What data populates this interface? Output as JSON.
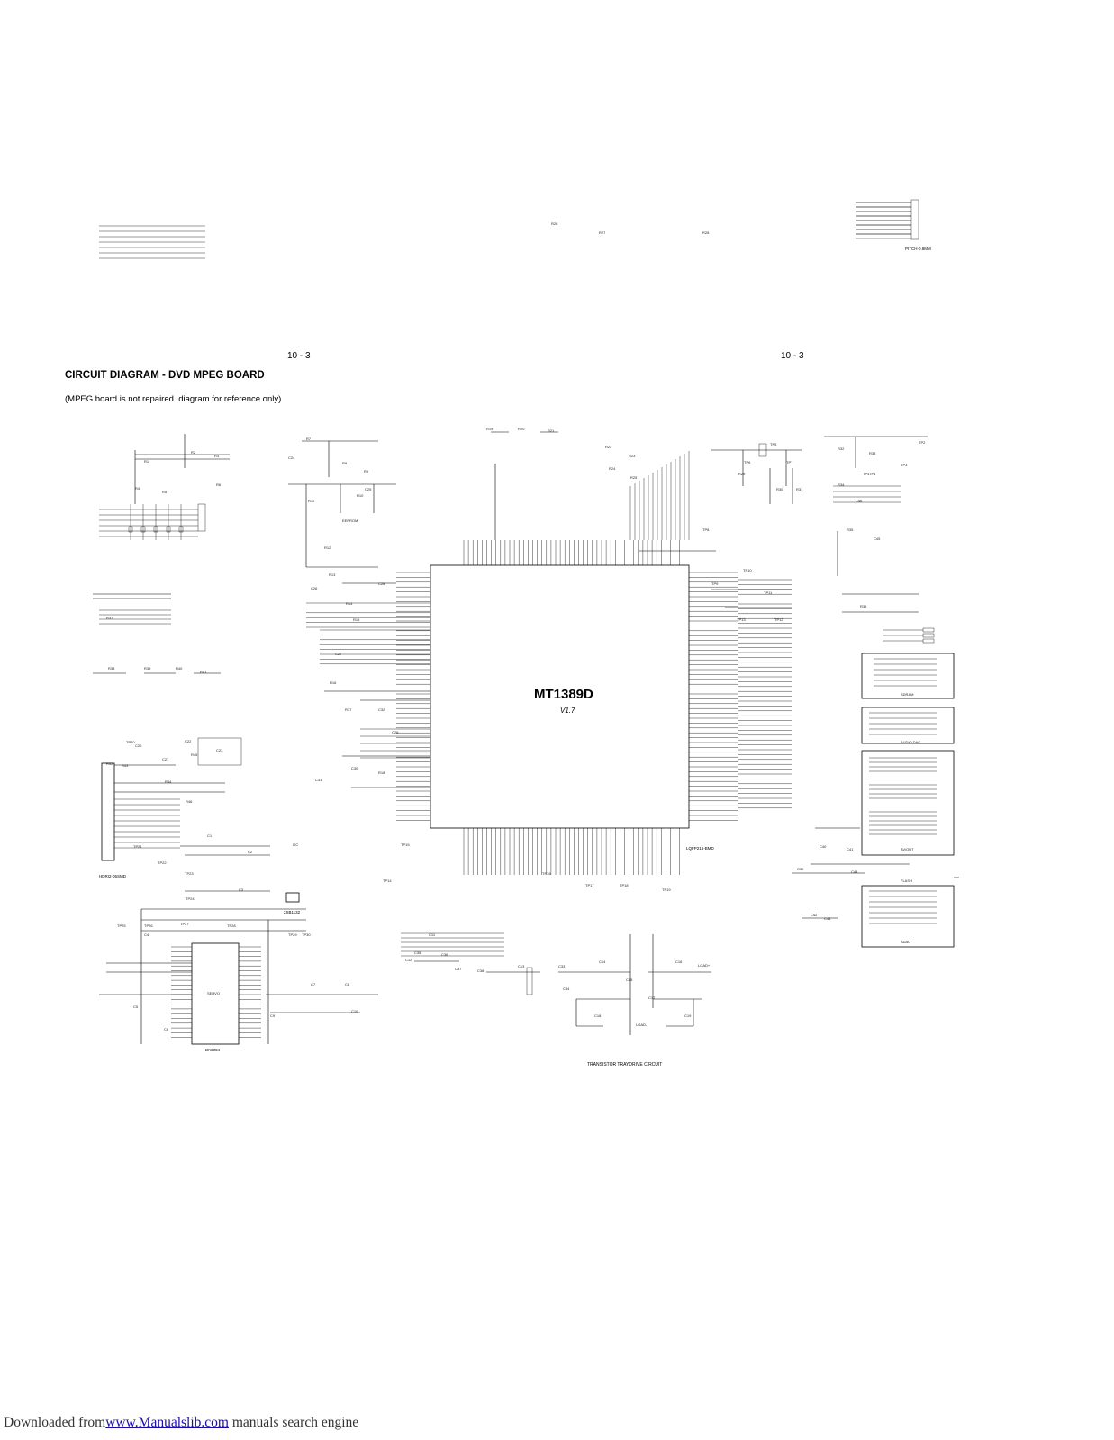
{
  "page": {
    "page_number_left": "10 - 3",
    "page_number_right": "10 - 3",
    "title": "CIRCUIT DIAGRAM - DVD MPEG BOARD",
    "subtitle": "(MPEG board is not repaired.  diagram for reference only)"
  },
  "schematic": {
    "main_chip": "MT1389D",
    "main_chip_version": "V1.7",
    "main_chip_package": "LQFP216-BMD",
    "left_chip": "BA5954",
    "connector_left": "HDRI2-05SMD",
    "regulator": "2SB1132",
    "tray_circuit_label": "TRANSISTOR TRAYDRIVE CIRCUIT",
    "pitch_label": "PITCH-0.8MM",
    "labels": [
      "SDRAM",
      "AUDIO DAC",
      "AV/OUT",
      "I2C",
      "FLASH",
      "EEPROM",
      "ADAC",
      "SERVO",
      "LOAD+",
      "LOAD-"
    ],
    "component_labels": [
      "R1",
      "R2",
      "R3",
      "R4",
      "R5",
      "R6",
      "R7",
      "R8",
      "R9",
      "R10",
      "R11",
      "R12",
      "R13",
      "R14",
      "R15",
      "R16",
      "R17",
      "R18",
      "R19",
      "R20",
      "R21",
      "R22",
      "R23",
      "R24",
      "R25",
      "R26",
      "R27",
      "R28",
      "R29",
      "R30",
      "R31",
      "R32",
      "R33",
      "R34",
      "R35",
      "R36",
      "R37",
      "R38",
      "R39",
      "R40",
      "R41",
      "R42",
      "R43",
      "R44",
      "R45",
      "R46",
      "C1",
      "C2",
      "C3",
      "C4",
      "C5",
      "C6",
      "C7",
      "C8",
      "C9",
      "C10",
      "C11",
      "C12",
      "C13",
      "C14",
      "C15",
      "C16",
      "C17",
      "C18",
      "C19",
      "C20",
      "C21",
      "C22",
      "C23",
      "C24",
      "C25",
      "C26",
      "C27",
      "C28",
      "C29",
      "C30",
      "C31",
      "C32",
      "C33",
      "C34",
      "C35",
      "C36",
      "C37",
      "C38",
      "C39",
      "C40",
      "C41",
      "C42",
      "C43",
      "C44",
      "C45",
      "C46",
      "TP1",
      "TP2",
      "TP3",
      "TP4",
      "TP5",
      "TP6",
      "TP7",
      "TP8",
      "TP9",
      "TP10",
      "TP11",
      "TP12",
      "TP13",
      "TP14",
      "TP15",
      "TP16",
      "TP17",
      "TP18",
      "TP19",
      "TP20",
      "TP21",
      "TP22",
      "TP23",
      "TP24",
      "TP25",
      "TP26",
      "TP27",
      "TP28",
      "TP29",
      "TP30",
      "TP31",
      "TP32",
      "TP33",
      "TP34"
    ]
  },
  "footer": {
    "prefix": "Downloaded from",
    "link_text": "www.Manualslib.com",
    "suffix": " manuals search engine"
  }
}
